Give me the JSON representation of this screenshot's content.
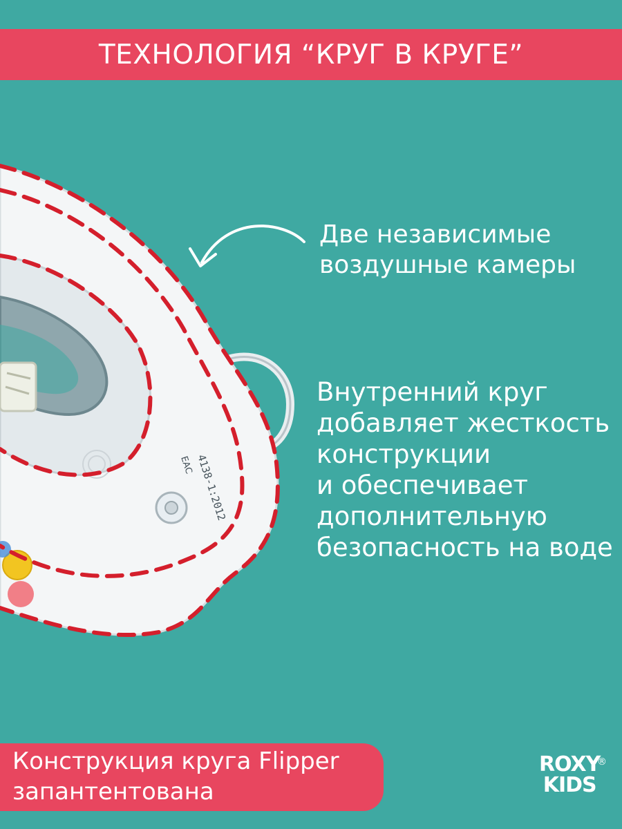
{
  "header": {
    "title": "ТЕХНОЛОГИЯ “КРУГ В КРУГЕ”"
  },
  "caption_1": {
    "lines": [
      "Две независимые",
      "воздушные камеры"
    ]
  },
  "caption_2": {
    "lines": [
      "Внутренний круг",
      "добавляет жесткость",
      "конструкции",
      "и обеспечивает",
      "дополнительную",
      "безопасность на воде"
    ]
  },
  "footer": {
    "lines": [
      "Конструкция круга Flipper",
      "запантентована"
    ]
  },
  "logo": {
    "word1": "ROXY",
    "word2": "KIDS",
    "mark": "®"
  },
  "product_marking": {
    "text": "4138-1:2012",
    "eac": "EAC"
  },
  "colors": {
    "background": "#3fa9a2",
    "accent": "#e8465f",
    "dash": "#d41f2c",
    "text": "#ffffff"
  }
}
